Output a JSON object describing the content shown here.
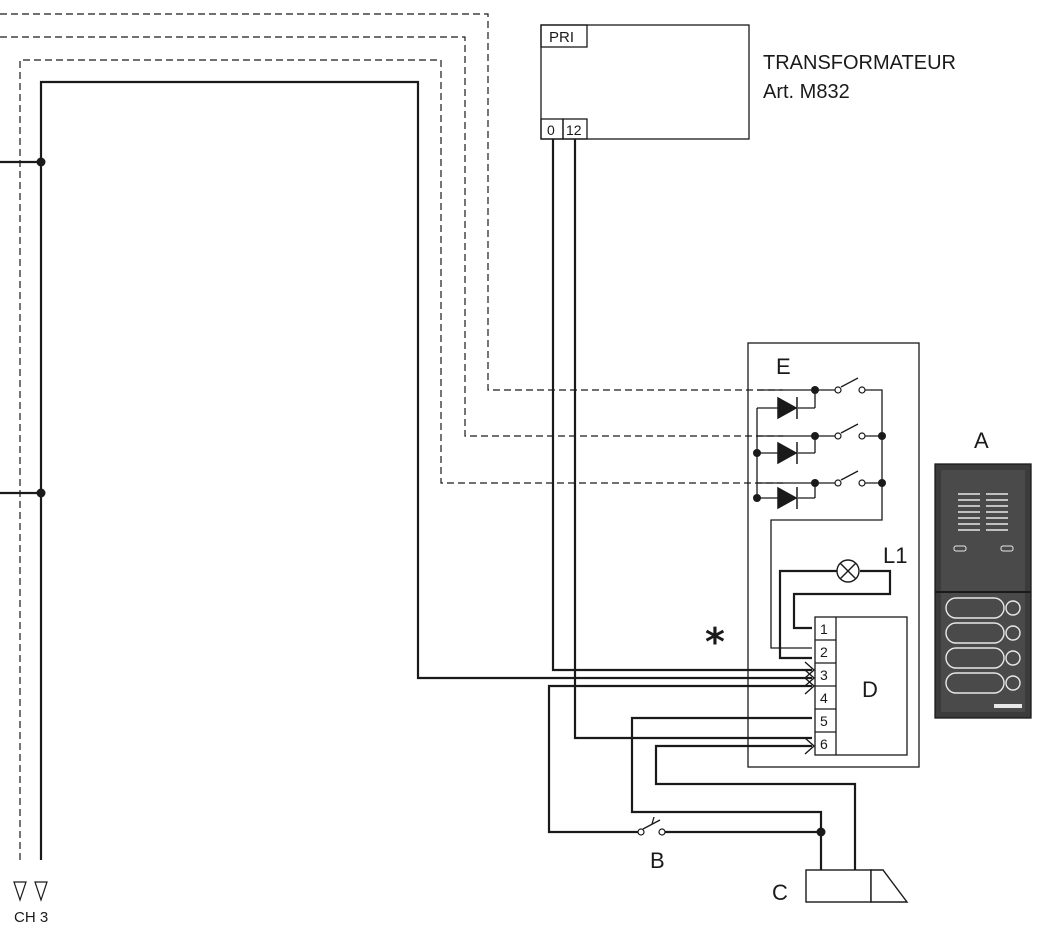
{
  "transformer": {
    "label_line1": "TRANSFORMATEUR",
    "label_line2": "Art. M832",
    "terminal_pri": "PRI",
    "terminal_0": "0",
    "terminal_12": "12"
  },
  "components": {
    "a": "A",
    "b": "B",
    "c": "C",
    "d": "D",
    "e": "E",
    "l1": "L1",
    "asterisk": "*"
  },
  "module_d_terminals": [
    "1",
    "2",
    "3",
    "4",
    "5",
    "6"
  ],
  "bottom_label": "CH 3",
  "colors": {
    "line": "#1a1a1a",
    "background": "#ffffff"
  }
}
